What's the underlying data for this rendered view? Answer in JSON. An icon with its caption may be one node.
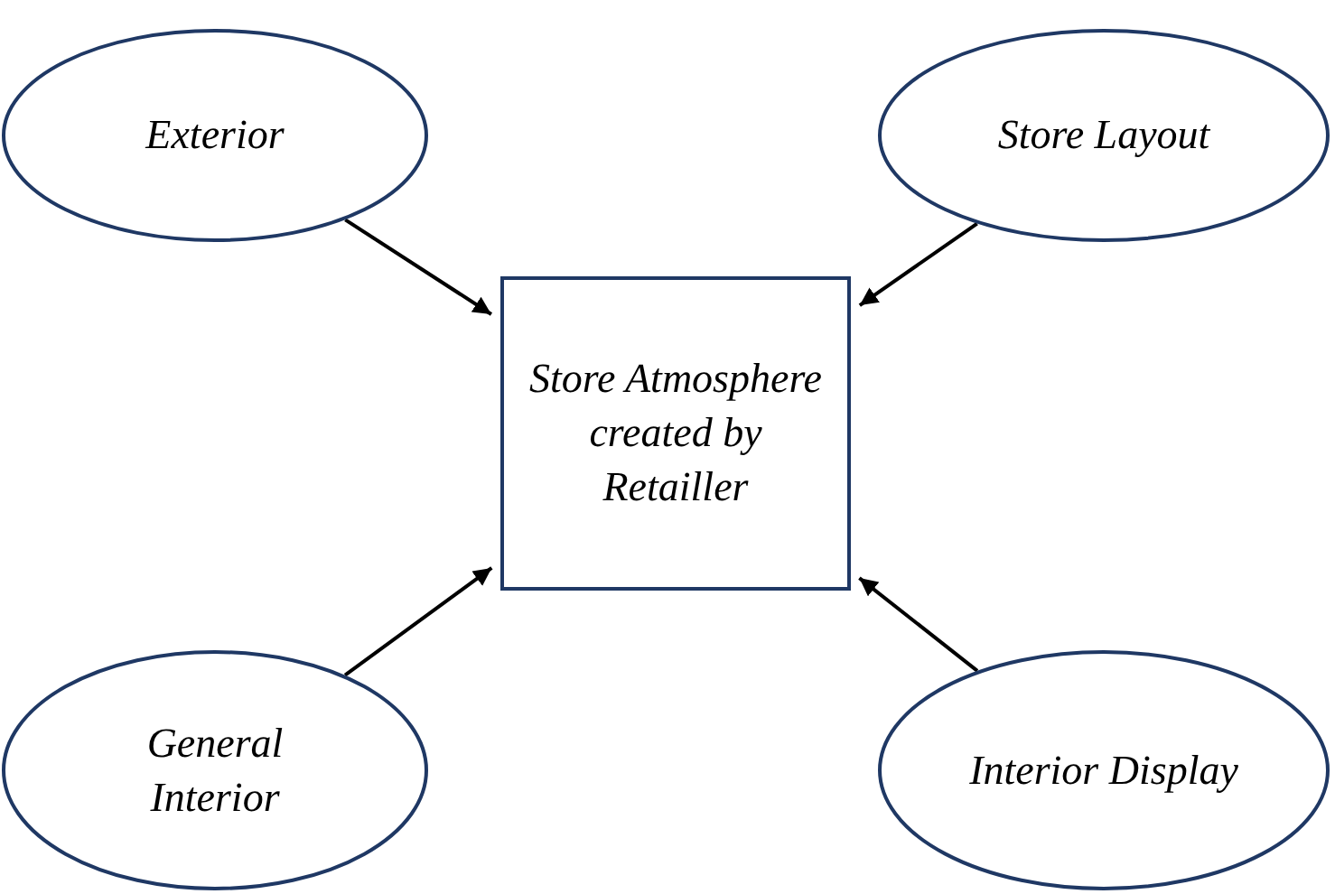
{
  "diagram": {
    "nodes": [
      {
        "text": [
          "Exterior"
        ]
      },
      {
        "text": [
          "Store Layout"
        ]
      },
      {
        "text": [
          "Store Atmosphere created by Retailler"
        ]
      },
      {
        "text": [
          "General Interior"
        ]
      },
      {
        "text": [
          "Interior Display"
        ]
      }
    ],
    "edges": [
      {
        "from": 0,
        "to": 2,
        "arrow": "to"
      },
      {
        "from": 1,
        "to": 2,
        "arrow": "to"
      },
      {
        "from": 3,
        "to": 2,
        "arrow": "to"
      },
      {
        "from": 4,
        "to": 2,
        "arrow": "to"
      }
    ]
  }
}
